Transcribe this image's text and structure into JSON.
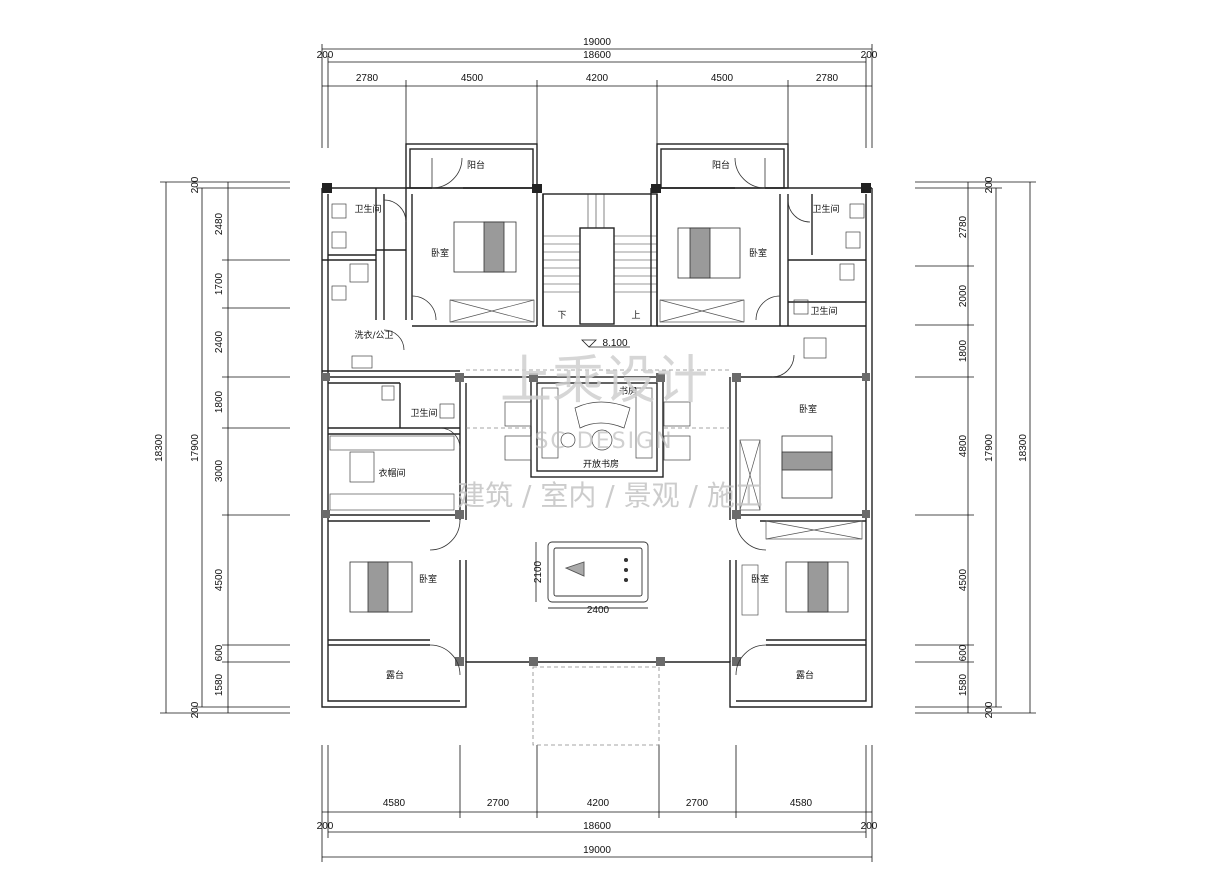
{
  "dimensions": {
    "top_total": "19000",
    "top_inner": "18600",
    "top_edge_left": "200",
    "top_edge_right": "200",
    "top_segments": [
      "2780",
      "4500",
      "4200",
      "4500",
      "2780"
    ],
    "bottom_total": "19000",
    "bottom_inner": "18600",
    "bottom_edge_left": "200",
    "bottom_edge_right": "200",
    "bottom_segments": [
      "4580",
      "2700",
      "4200",
      "2700",
      "4580"
    ],
    "left_total": "18300",
    "left_inner": "17900",
    "left_edge_top": "200",
    "left_edge_bottom": "200",
    "left_segments": [
      "2480",
      "1700",
      "2400",
      "1800",
      "3000",
      "4500",
      "600",
      "1580"
    ],
    "right_total": "18300",
    "right_inner": "17900",
    "right_edge_top": "200",
    "right_edge_bottom": "200",
    "right_segments": [
      "2780",
      "2000",
      "1800",
      "4800",
      "4500",
      "600",
      "1580"
    ]
  },
  "rooms": {
    "balcony_left": "阳台",
    "balcony_right": "阳台",
    "bathroom_top_left": "卫生间",
    "bathroom_top_right": "卫生间",
    "bedroom_top_left": "卧室",
    "bedroom_top_right": "卧室",
    "bathroom_right_mid": "卫生间",
    "laundry_toilet": "洗衣/公卫",
    "bathroom_left_mid": "卫生间",
    "walk_in_closet": "衣帽间",
    "bedroom_right_mid": "卧室",
    "bedroom_bottom_left": "卧室",
    "bedroom_bottom_right": "卧室",
    "terrace_left": "露台",
    "terrace_right": "露台",
    "study": "开放书房",
    "study_upper": "书房"
  },
  "stair": {
    "down": "下",
    "up": "上"
  },
  "elevation": "8.100",
  "billiard": {
    "width_label": "2400",
    "height_label": "2100"
  },
  "watermark": {
    "brand": "上乘设计",
    "brand_en": "SC DESIGN",
    "services": "建筑 / 室内 / 景观 / 施工"
  }
}
